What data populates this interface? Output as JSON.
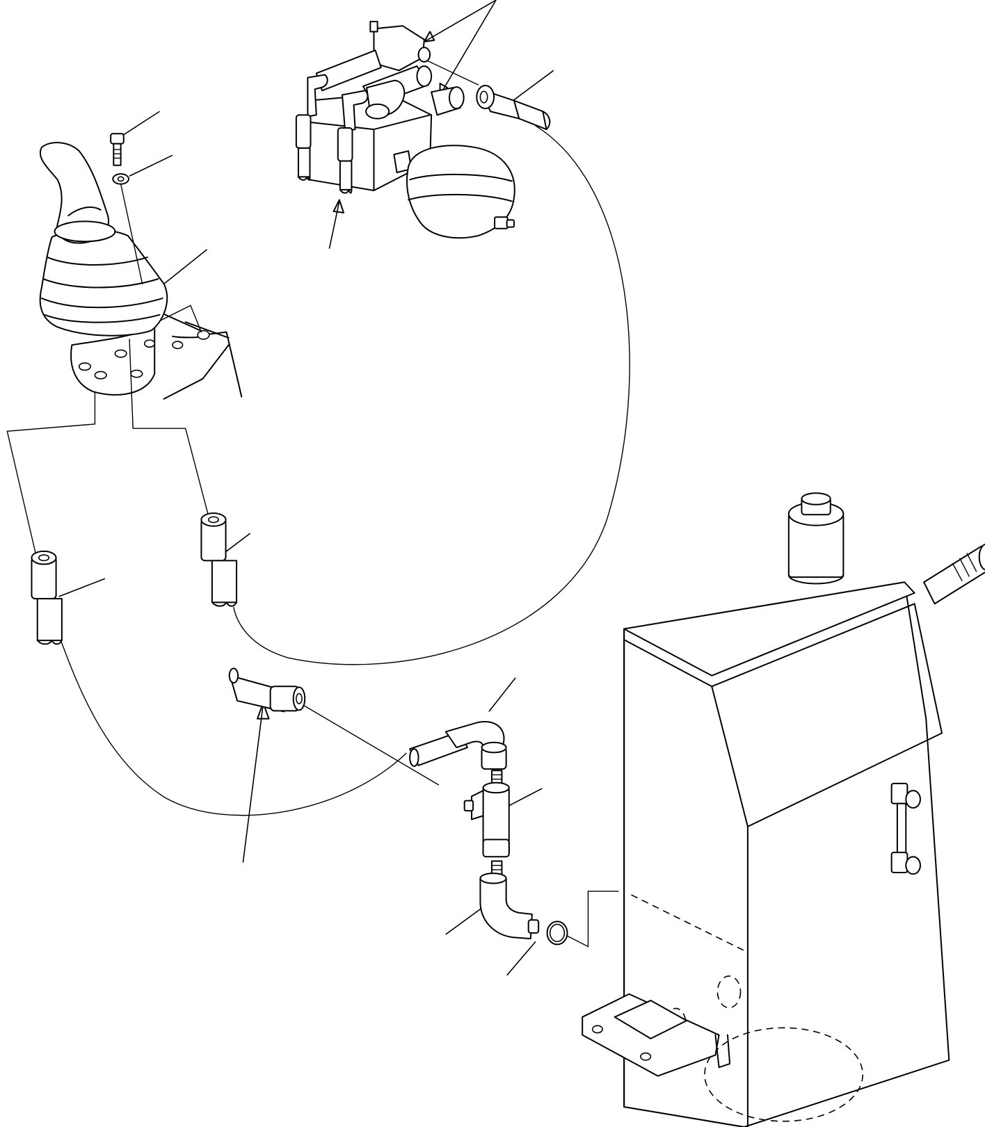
{
  "figure": {
    "title": "",
    "labels": []
  },
  "parts": [
    "joystick",
    "rubber-boot",
    "mounting-bolt",
    "washer",
    "valve-block",
    "accumulator",
    "hose-fitting",
    "tee-fitting",
    "elbow-fitting",
    "o-ring",
    "hydraulic-tank",
    "tank-cap",
    "sight-gauge",
    "mounting-bracket"
  ],
  "colors": {
    "line": "#000000",
    "background": "#ffffff"
  }
}
